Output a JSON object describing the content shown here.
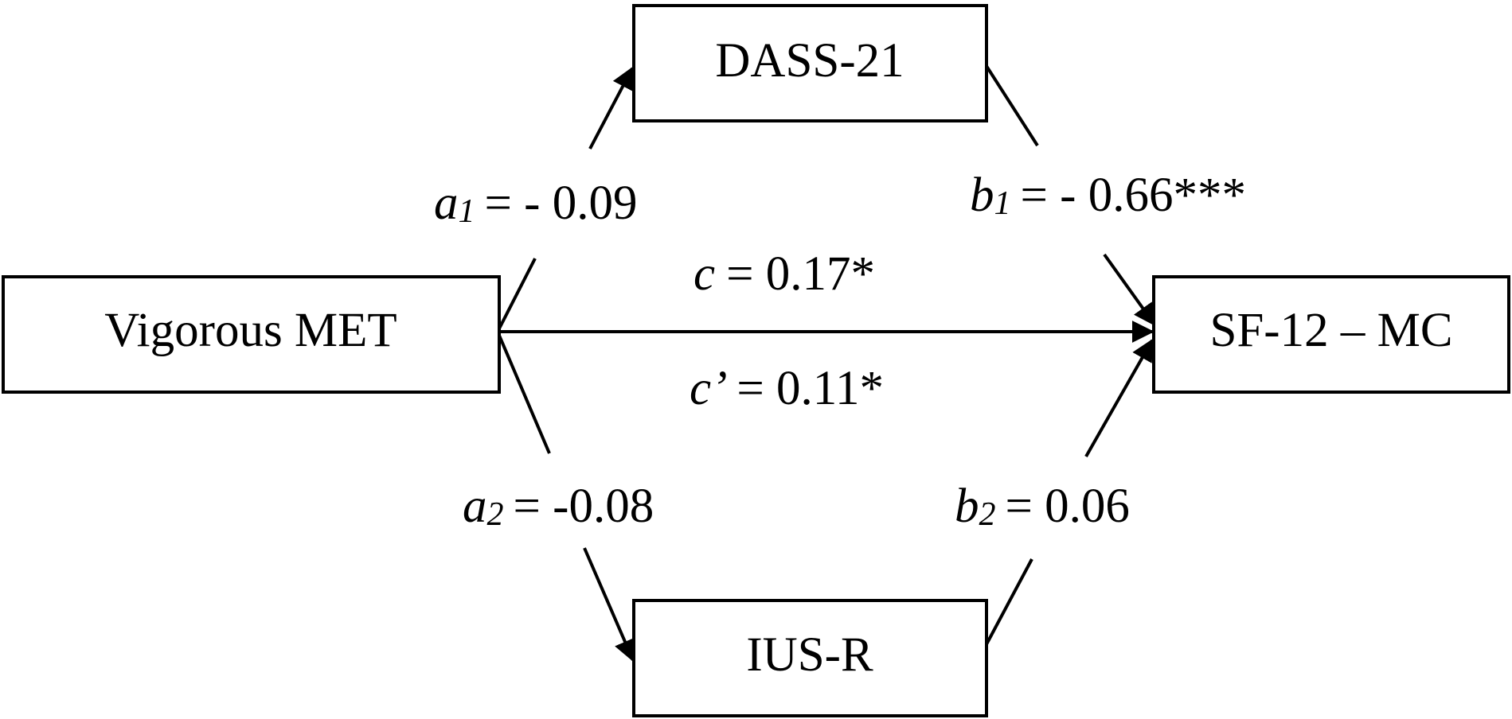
{
  "nodes": {
    "dass": "DASS-21",
    "vigorous": "Vigorous MET",
    "sf12": "SF-12 – MC",
    "ius": "IUS-R"
  },
  "paths": {
    "a1": {
      "symbol": "a",
      "sub": "1",
      "value": "= - 0.09"
    },
    "b1": {
      "symbol": "b",
      "sub": "1",
      "value": "= - 0.66***"
    },
    "c": {
      "symbol": "c",
      "value": "= 0.17*"
    },
    "c_prime": {
      "symbol": "c",
      "prime": "’",
      "value": "= 0.11*"
    },
    "a2": {
      "symbol": "a",
      "sub": "2",
      "value": "= -0.08"
    },
    "b2": {
      "symbol": "b",
      "sub": "2",
      "value": "= 0.06"
    }
  },
  "colors": {
    "stroke": "#000000",
    "background": "#ffffff"
  }
}
